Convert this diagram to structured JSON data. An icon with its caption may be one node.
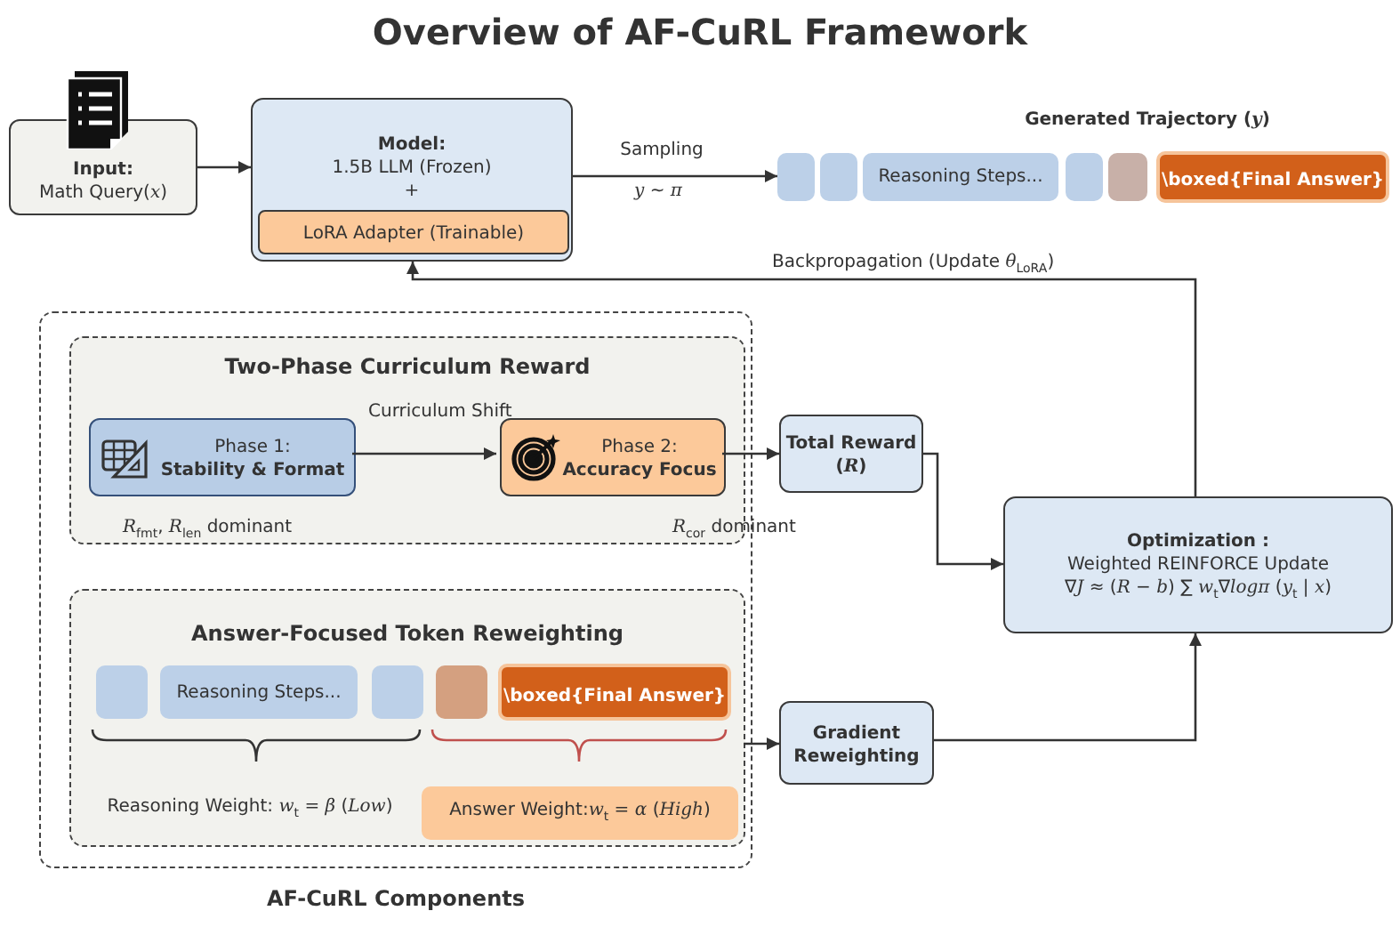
{
  "diagram": {
    "title": "Overview of AF-CuRL Framework",
    "nodes": [
      {
        "text": [
          "Input:",
          "Math Query(*x*)"
        ]
      },
      {
        "text": [
          "Model:",
          "1.5B LLM (Frozen)",
          "+"
        ]
      },
      {
        "text": [
          "LoRA Adapter (Trainable)"
        ],
        "in": 1
      },
      {
        "text": [],
        "shape": "box"
      },
      {
        "text": [],
        "shape": "box"
      },
      {
        "text": [
          "Reasoning Steps..."
        ]
      },
      {
        "text": [],
        "shape": "box"
      },
      {
        "text": [],
        "shape": "box"
      },
      {
        "text": [
          "\\boxed{Final Answer}"
        ]
      },
      {
        "text": [
          "AF-CuRL Components"
        ]
      },
      {
        "text": [
          "Two-Phase Curriculum Reward"
        ],
        "in": 9
      },
      {
        "text": [
          "Phase 1:",
          "Stability & Format"
        ],
        "beside": [
          "*R*$_{fmt}$, *R*$_{len}$ dominant"
        ],
        "in": 10
      },
      {
        "text": [
          "Phase 2:",
          "Accuracy Focus"
        ],
        "beside": [
          "*R*$_{cor}$  dominant"
        ],
        "in": 10
      },
      {
        "text": [
          "Answer-Focused Token Reweighting"
        ],
        "in": 9
      },
      {
        "text": [],
        "shape": "box",
        "in": 13
      },
      {
        "text": [
          "Reasoning Steps..."
        ],
        "in": 13
      },
      {
        "text": [],
        "shape": "box",
        "in": 13
      },
      {
        "text": [],
        "shape": "box",
        "in": 13
      },
      {
        "text": [
          "\\boxed{Final Answer}"
        ],
        "in": 13
      },
      {
        "text": [
          "Answer Weight:*w*$_{t}$ = *α* (*High*)"
        ],
        "in": 13
      },
      {
        "text": [
          "Total Reward (*R*)"
        ]
      },
      {
        "text": [
          "Gradient Reweighting"
        ]
      },
      {
        "text": [
          "Optimization :",
          "Weighted REINFORCE Update",
          "∇*J* ≈ (*R* − *b*) ∑ *w*$_{t}$∇*logπ* (*y*$_{t}$ | *x*)"
        ]
      }
    ],
    "edges": [
      {
        "from": 0,
        "to": 1,
        "arrow": "to"
      },
      {
        "from": 1,
        "to": 3,
        "arrow": "to",
        "label": "Sampling"
      },
      {
        "from": 22,
        "to": 1,
        "arrow": "to",
        "label": "Backpropagation (Update *θ*$_{LoRA}$)"
      },
      {
        "from": 11,
        "to": 12,
        "arrow": "to",
        "label": "Curriculum Shift"
      },
      {
        "from": 12,
        "to": 20,
        "arrow": "to"
      },
      {
        "from": 20,
        "to": 22,
        "arrow": "to"
      },
      {
        "from": 13,
        "to": 21,
        "arrow": "to"
      },
      {
        "from": 21,
        "to": 22,
        "arrow": "to"
      }
    ],
    "labels": [
      "Generated  Trajectory (*y*)",
      "*y* ∼ *π*",
      "Reasoning Weight: *w*$_{t}$ = *β* (*Low*)"
    ]
  }
}
